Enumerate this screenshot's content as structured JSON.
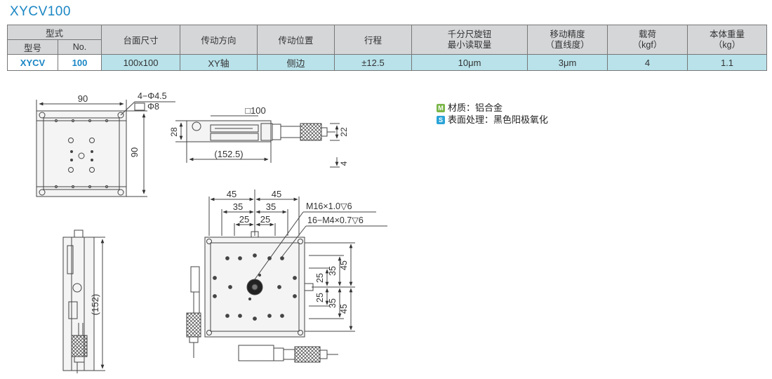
{
  "title": "XYCV100",
  "table": {
    "header": {
      "type_group": "型式",
      "model": "型号",
      "no": "No.",
      "table_size": "台面尺寸",
      "drive_direction": "传动方向",
      "drive_position": "传动位置",
      "stroke": "行程",
      "micrometer_line1": "千分尺旋钮",
      "micrometer_line2": "最小读取量",
      "accuracy_line1": "移动精度",
      "accuracy_line2": "（直线度）",
      "load_line1": "载荷",
      "load_line2": "（kgf）",
      "weight_line1": "本体重量",
      "weight_line2": "（kg）"
    },
    "row": {
      "model": "XYCV",
      "no": "100",
      "table_size": "100x100",
      "drive_direction": "XY轴",
      "drive_position": "侧边",
      "stroke": "±12.5",
      "micrometer": "10μm",
      "accuracy": "3μm",
      "load": "4",
      "weight": "1.1"
    }
  },
  "notes": {
    "material_icon": "M",
    "material": "材质：铝合金",
    "surface_icon": "S",
    "surface": "表面处理：黑色阳极氧化"
  },
  "drawing": {
    "top": {
      "width": "90",
      "height": "90",
      "hole": "4−Φ4.5",
      "counterbore": "Φ8"
    },
    "front": {
      "table": "□100",
      "length": "(152.5)",
      "h28": "28",
      "h22": "22",
      "h4": "4"
    },
    "side": {
      "length": "(152)"
    },
    "main": {
      "d45a": "45",
      "d45b": "45",
      "d35a": "35",
      "d35b": "35",
      "d25a": "25",
      "d25b": "25",
      "thread1": "M16×1.0▽6",
      "thread2": "16−M4×0.7▽6",
      "r45a": "45",
      "r35a": "35",
      "r25a": "25",
      "r25b": "25",
      "r35b": "35",
      "r45b": "45"
    }
  },
  "colors": {
    "title": "#1a86c4",
    "header_bg": "#d4d6d8",
    "row_bg": "#b9e2ea",
    "material_badge": "#7ab648",
    "surface_badge": "#2aa4d8"
  }
}
